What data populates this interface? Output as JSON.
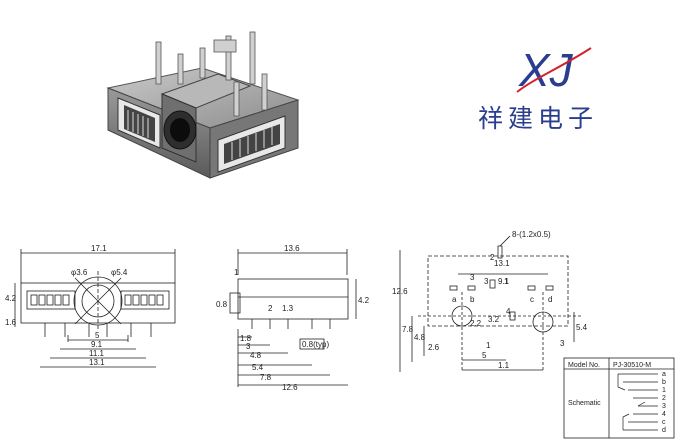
{
  "logo": {
    "letters": "XJ",
    "company_name": "祥建电子",
    "color": "#2a3d8f",
    "accent": "#d2232a"
  },
  "front_view": {
    "dims": {
      "width": "17.1",
      "d1": "φ3.6",
      "d2": "φ5.4",
      "h1": "4.2",
      "h2": "1.6",
      "w5": "5",
      "w9": "9.1",
      "w11": "11.1",
      "w13": "13.1"
    }
  },
  "side_view": {
    "dims": {
      "length": "13.6",
      "one": "1",
      "h42": "4.2",
      "h08": "0.8",
      "two": "2",
      "p13": "1.3",
      "p18": "1.8",
      "p3": "3",
      "p48": "4.8",
      "typ": "0.8(typ)",
      "p54": "5.4",
      "p78": "7.8",
      "p126": "12.6"
    }
  },
  "pcb_layout": {
    "dims": {
      "holes": "8-(1.2x0.5)",
      "h126": "12.6",
      "w131": "13.1",
      "w91": "9.1",
      "p2": "2",
      "p3": "3",
      "p3b": "3",
      "p1": "1",
      "pa": "a",
      "pb": "b",
      "pc": "c",
      "pd": "d",
      "p4": "4",
      "p78": "7.8",
      "p48": "4.8",
      "p22": "2.2",
      "p32": "3.2",
      "p54": "5.4",
      "w5": "5",
      "w11": "1.1",
      "p1b": "1",
      "p3c": "3",
      "p26": "2.6"
    }
  },
  "model_table": {
    "model_label": "Model No.",
    "model_value": "PJ-30510-M",
    "schematic_label": "Schematic",
    "pins": [
      "a",
      "b",
      "1",
      "2",
      "3",
      "4",
      "c",
      "d"
    ]
  }
}
